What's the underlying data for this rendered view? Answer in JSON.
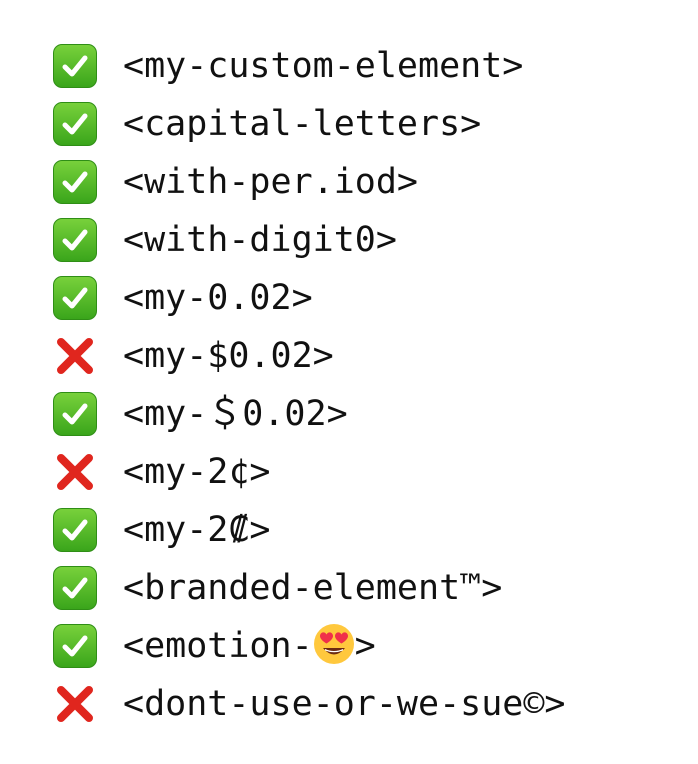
{
  "items": [
    {
      "status": "valid",
      "icon": "check-mark-icon",
      "text": "<my-custom-element>"
    },
    {
      "status": "valid",
      "icon": "check-mark-icon",
      "text": "<capital-letters>"
    },
    {
      "status": "valid",
      "icon": "check-mark-icon",
      "text": "<with-per.iod>"
    },
    {
      "status": "valid",
      "icon": "check-mark-icon",
      "text": "<with-digit0>"
    },
    {
      "status": "valid",
      "icon": "check-mark-icon",
      "text": "<my-0.02>"
    },
    {
      "status": "invalid",
      "icon": "cross-mark-icon",
      "text": "<my-$0.02>"
    },
    {
      "status": "valid",
      "icon": "check-mark-icon",
      "text": "<my-＄0.02>"
    },
    {
      "status": "invalid",
      "icon": "cross-mark-icon",
      "text": "<my-2¢>"
    },
    {
      "status": "valid",
      "icon": "check-mark-icon",
      "text": "<my-2₡>"
    },
    {
      "status": "valid",
      "icon": "check-mark-icon",
      "text": "<branded-element™>"
    },
    {
      "status": "valid",
      "icon": "check-mark-icon",
      "text_before": "<emotion-",
      "emoji": "heart-eyes-face-icon",
      "text_after": ">"
    },
    {
      "status": "invalid",
      "icon": "cross-mark-icon",
      "text": "<dont-use-or-we-sue©>"
    }
  ],
  "colors": {
    "check_green": "#3aa51b",
    "cross_red": "#e0261e",
    "text": "#111111"
  }
}
